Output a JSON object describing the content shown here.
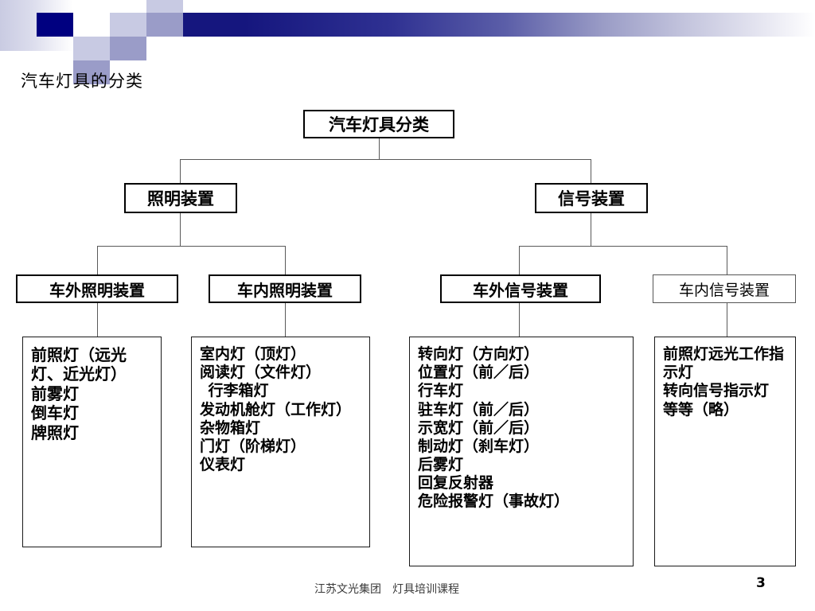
{
  "slide": {
    "title": "汽车灯具的分类",
    "page_number": "3",
    "footer": "江苏文光集团　灯具培训课程"
  },
  "theme": {
    "band_dark": "#15167e",
    "band_mid": "#2f3192",
    "accent_square": "#000080",
    "accent_square_mid": "#9a9cc8",
    "accent_square_light": "#c8cae3",
    "line_color": "#595959",
    "text_color": "#000000"
  },
  "diagram": {
    "root": {
      "label": "汽车灯具分类"
    },
    "level2": [
      {
        "label": "照明装置"
      },
      {
        "label": "信号装置"
      }
    ],
    "level3": [
      {
        "label": "车外照明装置"
      },
      {
        "label": "车内照明装置"
      },
      {
        "label": "车外信号装置"
      },
      {
        "label": "车内信号装置"
      }
    ],
    "leaves": [
      {
        "name": "exterior-lighting-list",
        "items": [
          "前照灯（远光灯、近光灯）",
          "前雾灯",
          "倒车灯",
          "牌照灯"
        ]
      },
      {
        "name": "interior-lighting-list",
        "items": [
          "室内灯（顶灯）",
          "阅读灯（文件灯）",
          "行李箱灯",
          "发动机舱灯（工作灯）",
          "杂物箱灯",
          "门灯（阶梯灯）",
          "仪表灯"
        ]
      },
      {
        "name": "exterior-signal-list",
        "items": [
          "转向灯（方向灯）",
          "位置灯（前／后）",
          "行车灯",
          "驻车灯（前／后）",
          "示宽灯（前／后）",
          "制动灯（刹车灯）",
          "后雾灯",
          "回复反射器",
          "危险报警灯（事故灯）"
        ]
      },
      {
        "name": "interior-signal-list",
        "items": [
          "前照灯远光工作指示灯",
          "转向信号指示灯",
          "等等（略）"
        ]
      }
    ]
  }
}
